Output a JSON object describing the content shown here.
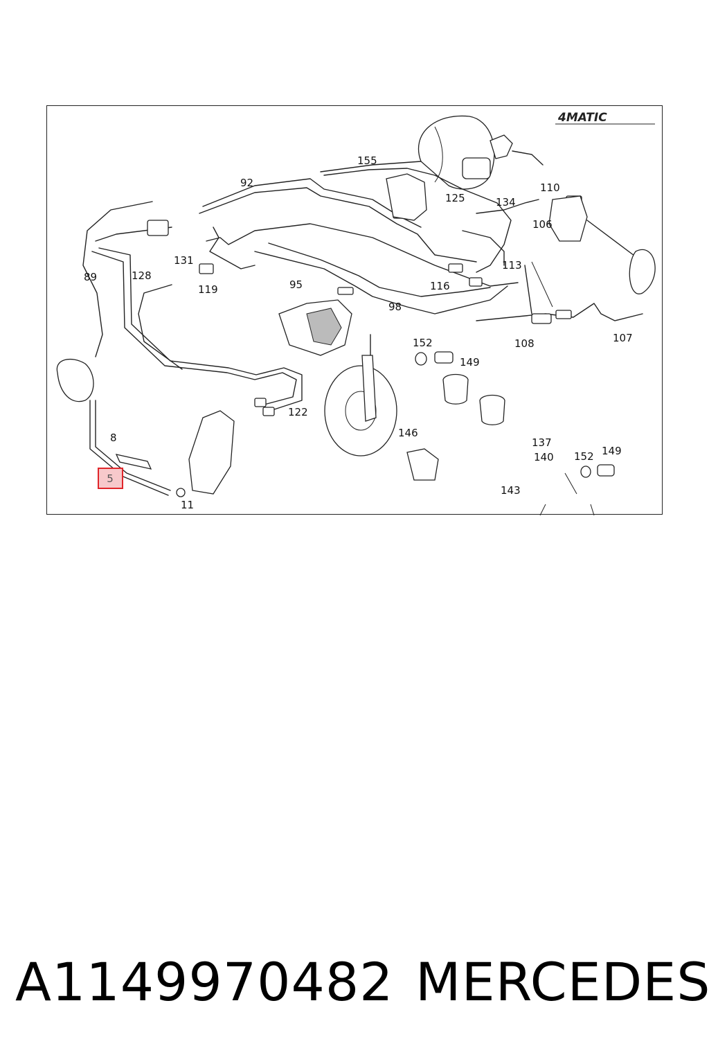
{
  "diagram": {
    "badge": "4MATIC",
    "highlighted_callout": "5",
    "callouts": [
      "155",
      "92",
      "125",
      "110",
      "134",
      "106",
      "113",
      "131",
      "128",
      "119",
      "89",
      "95",
      "116",
      "98",
      "108",
      "107",
      "152",
      "149",
      "146",
      "137",
      "140",
      "143",
      "122",
      "8",
      "11",
      "152",
      "149"
    ]
  },
  "caption": {
    "part_number": "A1149970482",
    "brand": "MERCEDES"
  },
  "colors": {
    "highlight": "#e0262a",
    "highlight_fill": "#f7c9cb",
    "ink": "#222222"
  }
}
